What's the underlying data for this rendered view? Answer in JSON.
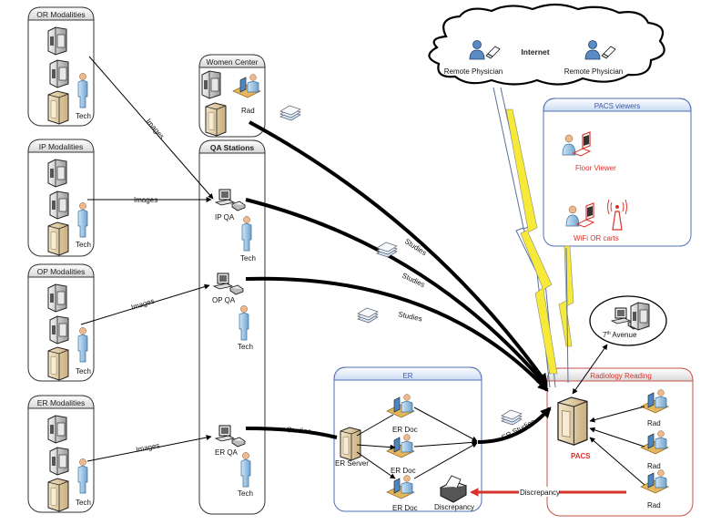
{
  "title": "PACS network workflow diagram",
  "colors": {
    "accent_red": "#d8322c",
    "er_border": "#4f6fb5",
    "pacs_viewers_border": "#4f6fb5",
    "radiology_border": "#c4504a",
    "lightning": "#f7e938",
    "arrow": "#000000"
  },
  "groups": {
    "or_modalities": {
      "title": "OR Modalities",
      "tech": "Tech"
    },
    "ip_modalities": {
      "title": "IP Modalities",
      "tech": "Tech"
    },
    "op_modalities": {
      "title": "OP Modalities",
      "tech": "Tech"
    },
    "er_modalities": {
      "title": "ER Modalities",
      "tech": "Tech"
    },
    "women_center": {
      "title": "Women Center",
      "rad": "Rad"
    },
    "qa_stations": {
      "title": "QA Stations",
      "stations": [
        {
          "label": "IP QA",
          "tech": "Tech"
        },
        {
          "label": "OP QA",
          "tech": "Tech"
        },
        {
          "label": "ER QA",
          "tech": "Tech"
        }
      ]
    },
    "internet": {
      "title": "Internet",
      "physicians": [
        "Remote Physician",
        "Remote Physician"
      ]
    },
    "pacs_viewers": {
      "title": "PACS viewers",
      "items": [
        "Floor Viewer",
        "WiFi OR carts"
      ]
    },
    "seventh_avenue": {
      "label_prefix": "7",
      "label_sup": "th",
      "label_suffix": " Avenue"
    },
    "er": {
      "title": "ER",
      "server": "ER Server",
      "docs": [
        "ER Doc",
        "ER Doc",
        "ER Doc"
      ],
      "printer": "Discrepancy"
    },
    "radiology_reading": {
      "title": "Radiology Reading",
      "pacs": "PACS",
      "rads": [
        "Rad",
        "Rad",
        "Rad"
      ]
    }
  },
  "connectors": {
    "images": [
      "Images",
      "Images",
      "Images",
      "Images"
    ],
    "studies": [
      "Studies",
      "Studies",
      "Studies",
      "Studies"
    ],
    "er_studies": "ER Studies",
    "discrepancy": "Discrepancy"
  }
}
